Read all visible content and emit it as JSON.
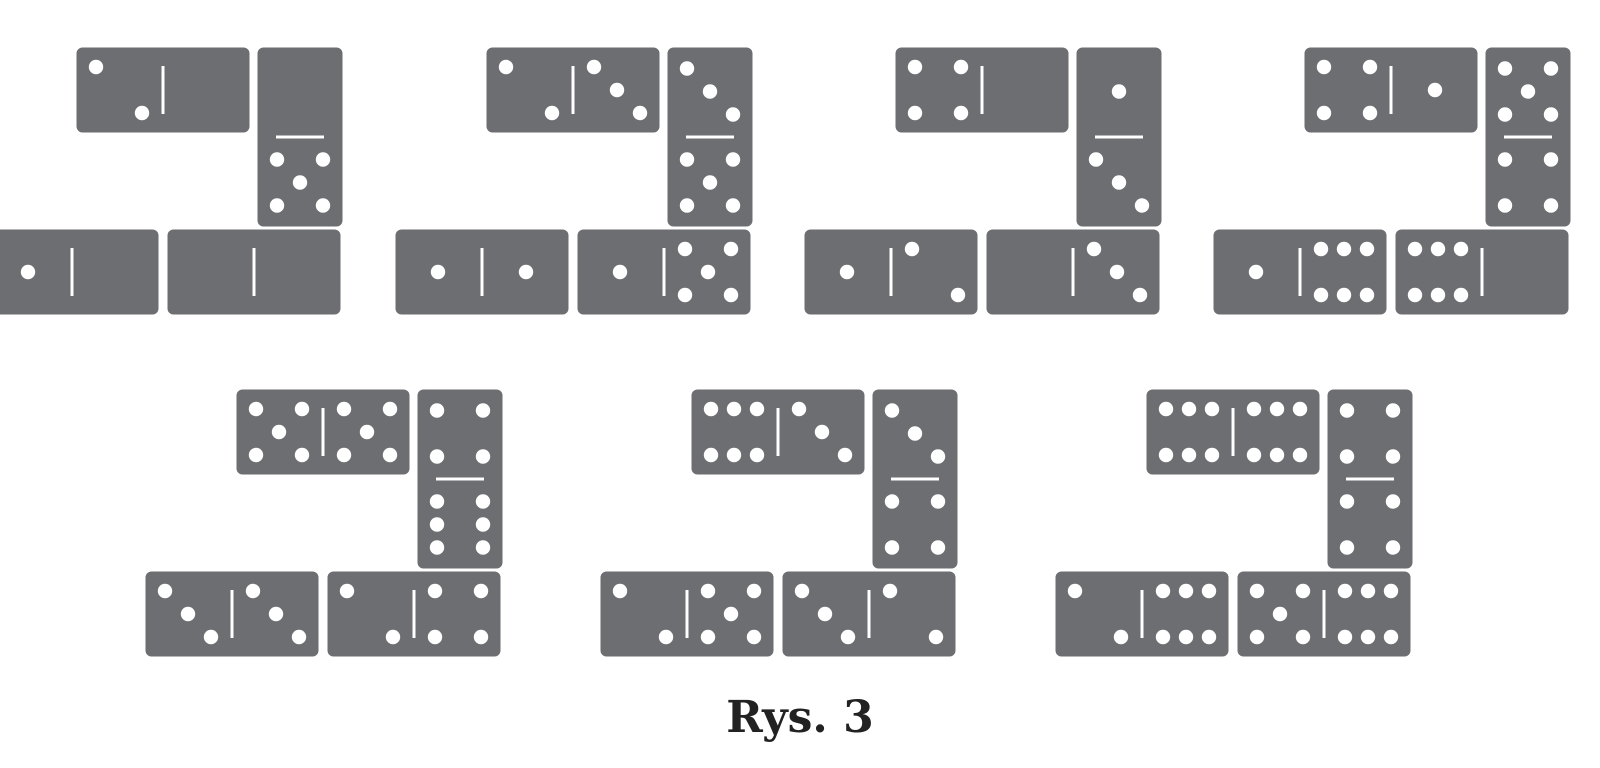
{
  "caption": "Rys. 3",
  "colors": {
    "tile": "#6d6e71",
    "pip": "#ffffff",
    "background": "#ffffff"
  },
  "figures": [
    {
      "label": "figure-1",
      "top": [
        2,
        0
      ],
      "right": [
        0,
        5
      ],
      "bottom_left": [
        1,
        0
      ],
      "bottom_right": [
        0,
        0
      ]
    },
    {
      "label": "figure-2",
      "top": [
        2,
        3
      ],
      "right": [
        3,
        5
      ],
      "bottom_left": [
        1,
        1
      ],
      "bottom_right": [
        1,
        5
      ]
    },
    {
      "label": "figure-3",
      "top": [
        4,
        0
      ],
      "right": [
        1,
        3
      ],
      "bottom_left": [
        1,
        2
      ],
      "bottom_right": [
        0,
        3
      ]
    },
    {
      "label": "figure-4",
      "top": [
        4,
        1
      ],
      "right": [
        5,
        4
      ],
      "bottom_left": [
        1,
        6
      ],
      "bottom_right": [
        6,
        0
      ]
    },
    {
      "label": "figure-5",
      "top": [
        5,
        5
      ],
      "right": [
        4,
        6
      ],
      "bottom_left": [
        3,
        3
      ],
      "bottom_right": [
        2,
        4
      ]
    },
    {
      "label": "figure-6",
      "top": [
        6,
        3
      ],
      "right": [
        3,
        4
      ],
      "bottom_left": [
        2,
        5
      ],
      "bottom_right": [
        3,
        2
      ]
    },
    {
      "label": "figure-7",
      "top": [
        6,
        6
      ],
      "right": [
        4,
        4
      ],
      "bottom_left": [
        2,
        6
      ],
      "bottom_right": [
        5,
        6
      ]
    }
  ]
}
